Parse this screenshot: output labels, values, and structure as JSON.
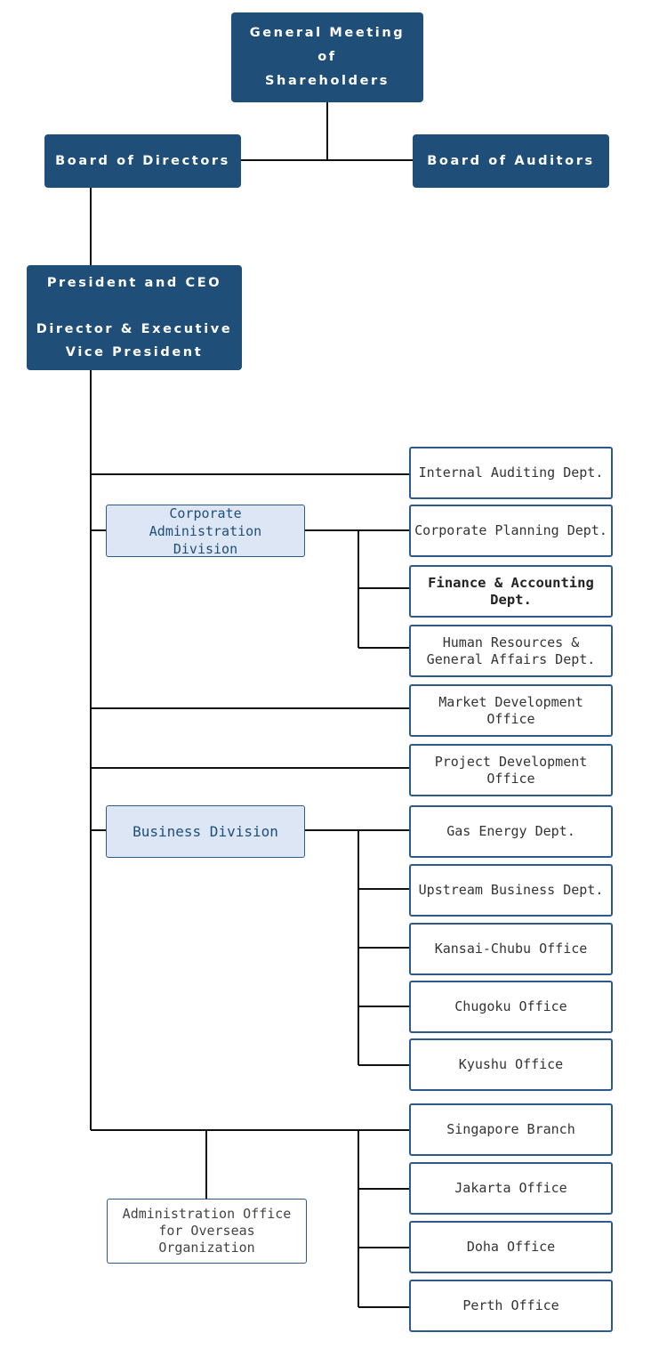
{
  "top": {
    "shareholders": [
      "General Meeting",
      "of",
      "Shareholders"
    ],
    "board_directors": "Board of Directors",
    "board_auditors": "Board of Auditors",
    "president": "President and CEO",
    "evp": [
      "Director & Executive",
      "Vice President"
    ]
  },
  "corporate_division": {
    "label": [
      "Corporate",
      "Administration",
      "Division"
    ],
    "depts": [
      [
        "Corporate Planning Dept."
      ],
      [
        "Finance & Accounting",
        "Dept."
      ],
      [
        "Human Resources &",
        "General Affairs Dept."
      ]
    ]
  },
  "standalone": {
    "internal_auditing": [
      "Internal Auditing Dept."
    ],
    "market_development": [
      "Market Development",
      "Office"
    ],
    "project_development": [
      "Project Development",
      "Office"
    ]
  },
  "business_division": {
    "label": [
      "Business Division"
    ],
    "depts": [
      [
        "Gas Energy Dept."
      ],
      [
        "Upstream Business Dept."
      ],
      [
        "Kansai-Chubu Office"
      ],
      [
        "Chugoku Office"
      ],
      [
        "Kyushu Office"
      ]
    ]
  },
  "overseas": {
    "label": [
      "Administration Office",
      "for Overseas",
      "Organization"
    ],
    "offices": [
      [
        "Singapore Branch"
      ],
      [
        "Jakarta Office"
      ],
      [
        "Doha Office"
      ],
      [
        "Perth Office"
      ]
    ]
  }
}
